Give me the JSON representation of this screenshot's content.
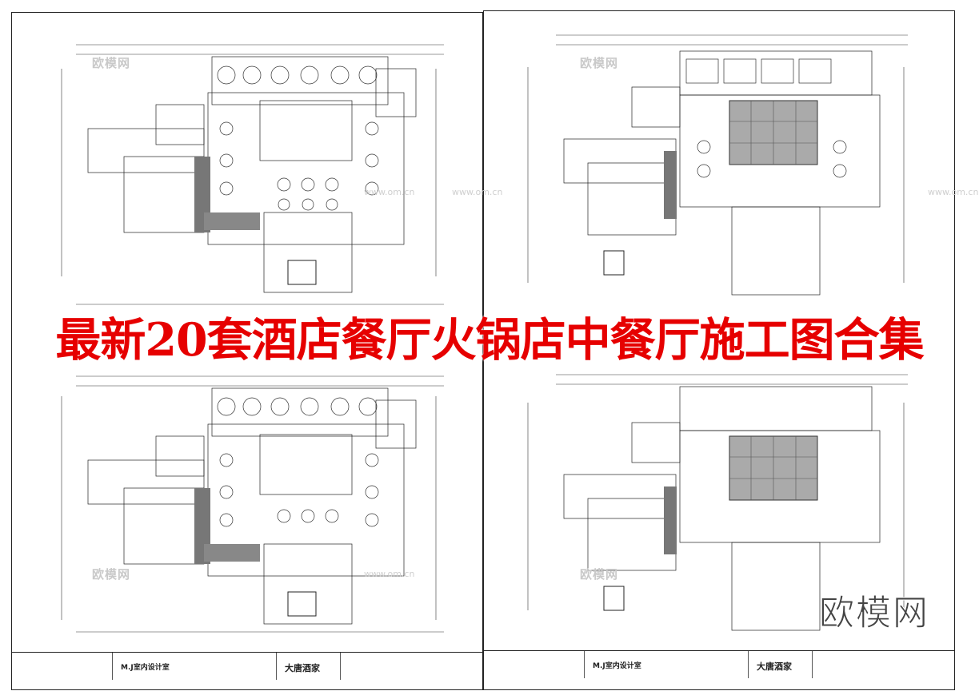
{
  "banner": {
    "title": "最新20套酒店餐厅火锅店中餐厅施工图合集",
    "color": "#e60000"
  },
  "watermark": {
    "brand_logo": "欧模网",
    "cn_logo": "欧模网",
    "url": "www.om.cn"
  },
  "sheets": [
    {
      "id": "left",
      "title_block": {
        "firm": "M.J室内设计室",
        "project": "大唐酒家"
      }
    },
    {
      "id": "right",
      "title_block": {
        "firm": "M.J室内设计室",
        "project": "大唐酒家"
      }
    }
  ]
}
